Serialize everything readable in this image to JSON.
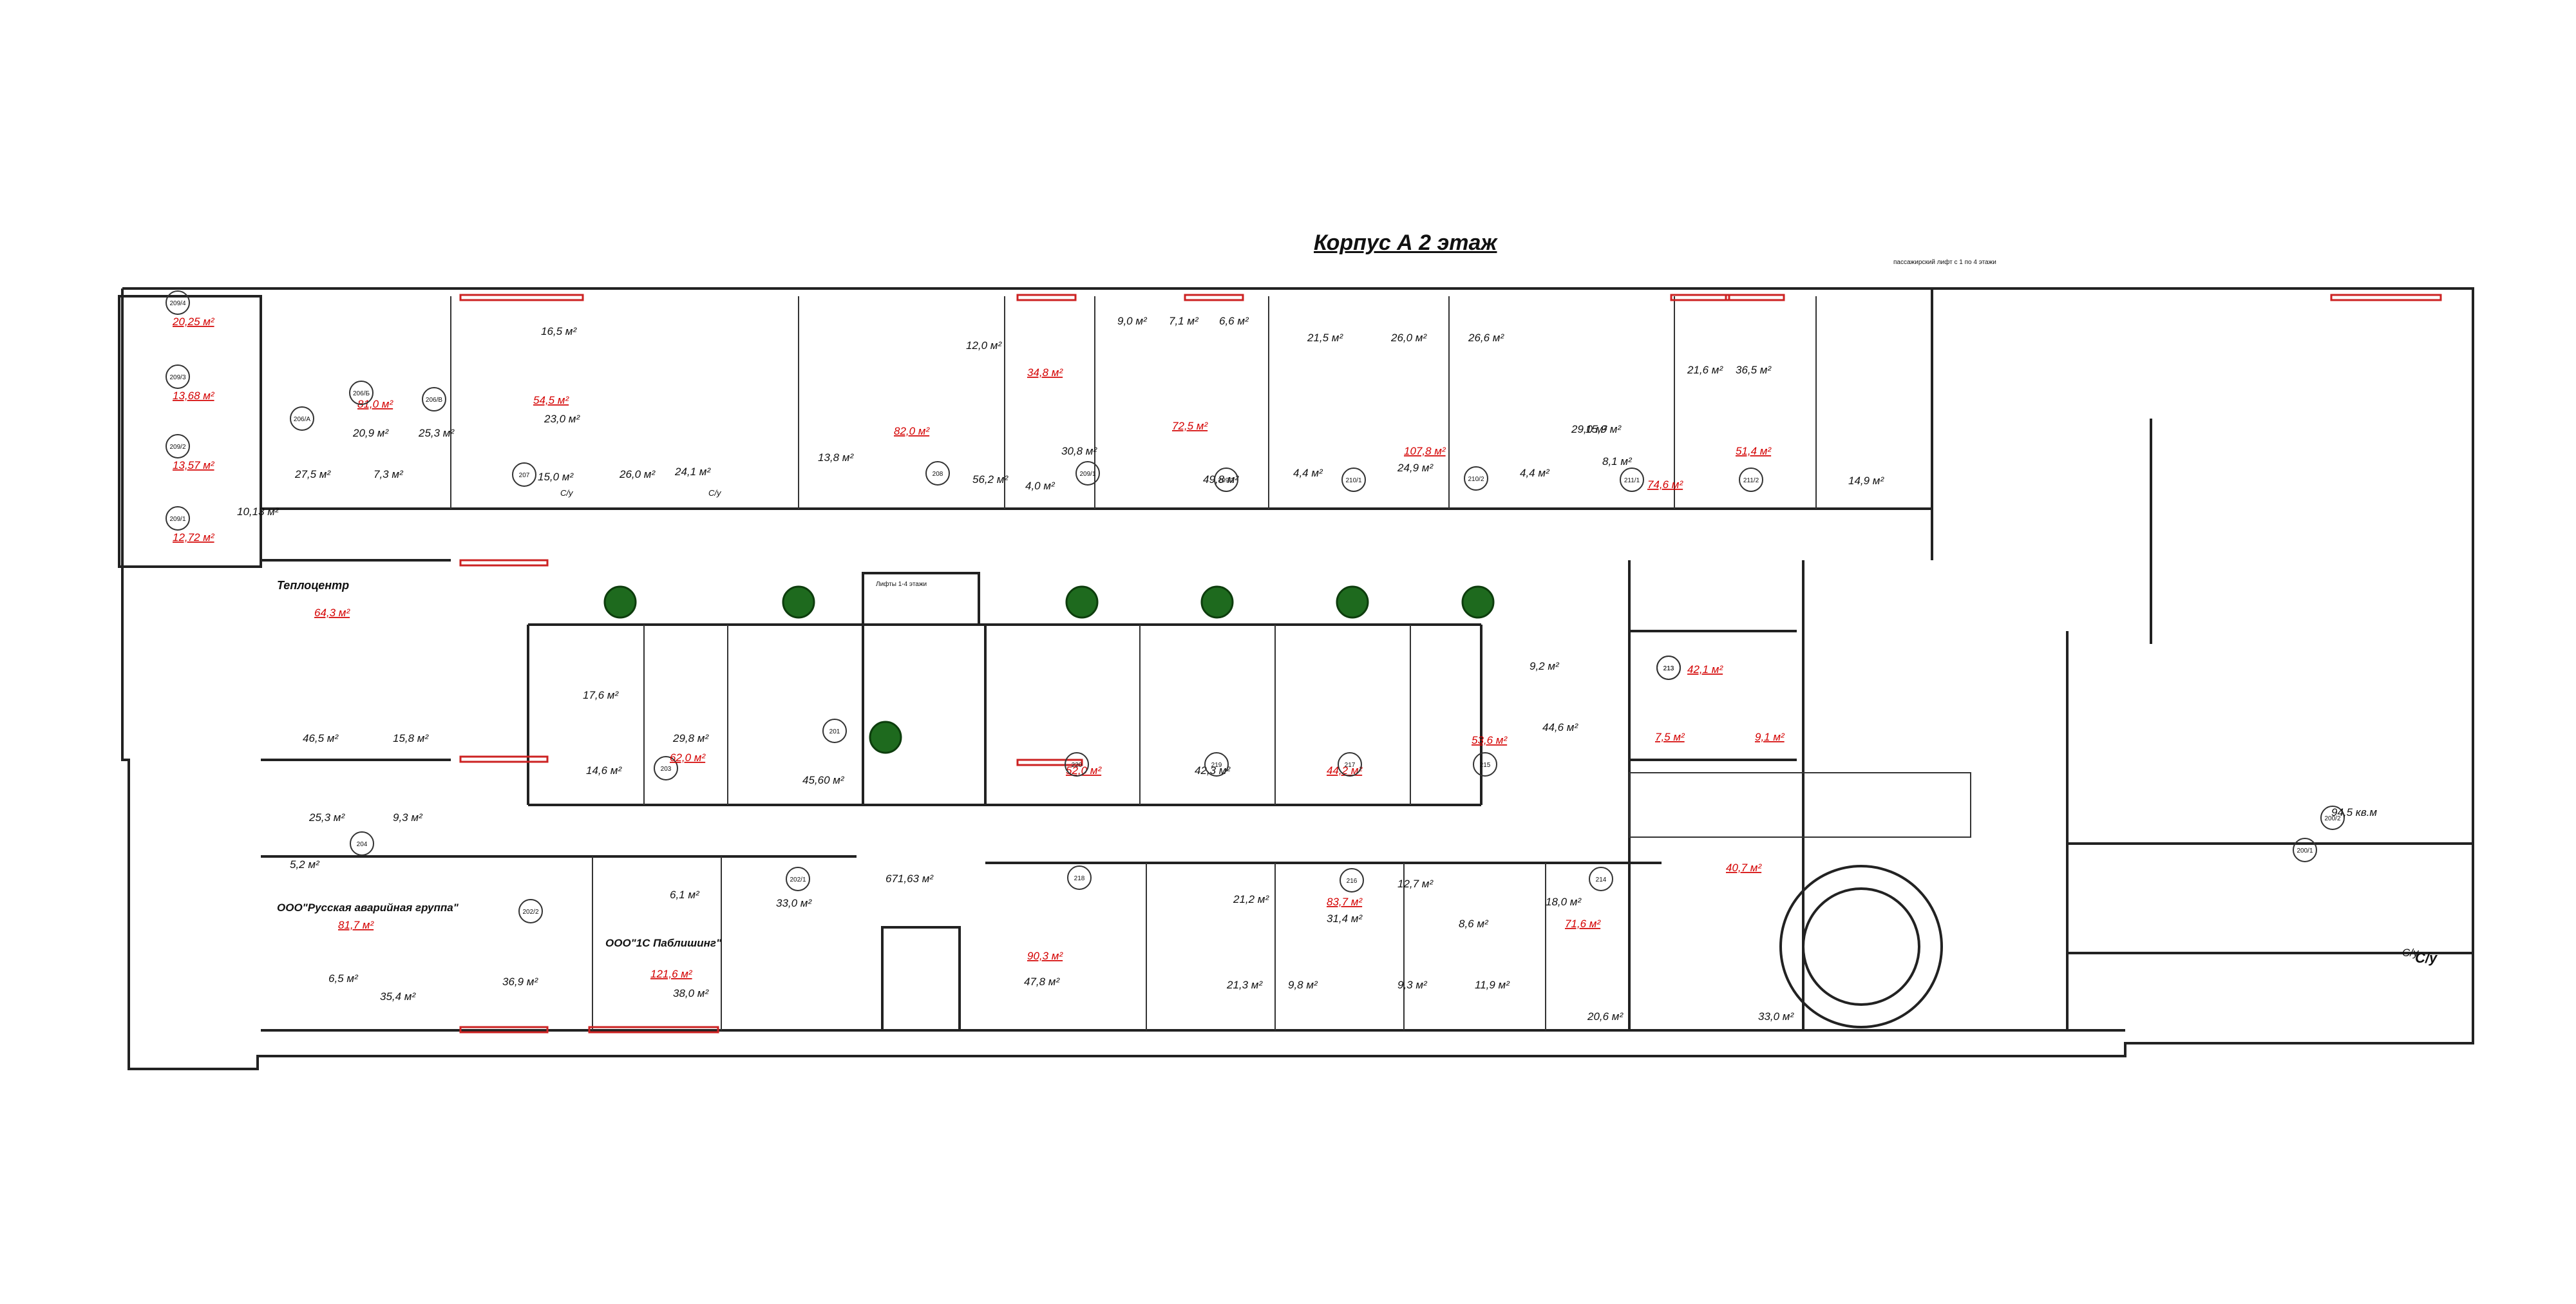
{
  "title": "Корпус А 2 этаж",
  "colors": {
    "wall": "#222222",
    "highlight": "#d40000",
    "tree": "#1e6a1e",
    "window": "#cc2222"
  },
  "rooms": [
    {
      "id": "209/4",
      "area": "20,25 м²",
      "highlight": true
    },
    {
      "id": "209/3",
      "area": "13,68 м²",
      "highlight": true
    },
    {
      "id": "209/2",
      "area": "13,57 м²",
      "highlight": true
    },
    {
      "id": "209/1",
      "area": "12,72 м²",
      "highlight": true
    },
    {
      "id": "",
      "area": "10,13 м²",
      "highlight": false
    },
    {
      "id": "206/А",
      "area": "27,5 м²",
      "highlight": false
    },
    {
      "id": "206/Б",
      "area": "81,0 м²",
      "highlight": true
    },
    {
      "id": "",
      "area": "20,9 м²",
      "highlight": false
    },
    {
      "id": "206/В",
      "area": "25,3 м²",
      "highlight": false
    },
    {
      "id": "",
      "area": "7,3 м²",
      "highlight": false
    },
    {
      "id": "",
      "area": "16,5 м²",
      "highlight": false
    },
    {
      "id": "",
      "area": "54,5 м²",
      "highlight": true
    },
    {
      "id": "",
      "area": "23,0 м²",
      "highlight": false
    },
    {
      "id": "207",
      "area": "15,0 м²",
      "highlight": false
    },
    {
      "id": "",
      "area": "26,0 м²",
      "highlight": false
    },
    {
      "id": "",
      "area": "24,1 м²",
      "highlight": false
    },
    {
      "id": "",
      "area": "13,8 м²",
      "highlight": false
    },
    {
      "id": "",
      "area": "12,0 м²",
      "highlight": false
    },
    {
      "id": "",
      "area": "82,0 м²",
      "highlight": true
    },
    {
      "id": "208",
      "area": "56,2 м²",
      "highlight": false
    },
    {
      "id": "",
      "area": "34,8 м²",
      "highlight": true
    },
    {
      "id": "",
      "area": "30,8 м²",
      "highlight": false
    },
    {
      "id": "209/1",
      "area": "4,0 м²",
      "highlight": false
    },
    {
      "id": "",
      "area": "9,0 м²",
      "highlight": false
    },
    {
      "id": "",
      "area": "7,1 м²",
      "highlight": false
    },
    {
      "id": "",
      "area": "6,6 м²",
      "highlight": false
    },
    {
      "id": "",
      "area": "72,5 м²",
      "highlight": true
    },
    {
      "id": "209/2",
      "area": "49,8 м²",
      "highlight": false
    },
    {
      "id": "",
      "area": "21,5 м²",
      "highlight": false
    },
    {
      "id": "",
      "area": "26,0 м²",
      "highlight": false
    },
    {
      "id": "",
      "area": "26,6 м²",
      "highlight": false
    },
    {
      "id": "",
      "area": "107,8 м²",
      "highlight": true
    },
    {
      "id": "210/1",
      "area": "4,4 м²",
      "highlight": false
    },
    {
      "id": "210/2",
      "area": "24,9 м²",
      "highlight": false
    },
    {
      "id": "",
      "area": "4,4 м²",
      "highlight": false
    },
    {
      "id": "",
      "area": "29,0 м²",
      "highlight": false
    },
    {
      "id": "",
      "area": "15,9 м²",
      "highlight": false
    },
    {
      "id": "211/1",
      "area": "8,1 м²",
      "highlight": false
    },
    {
      "id": "",
      "area": "74,6 м²",
      "highlight": true
    },
    {
      "id": "",
      "area": "21,6 м²",
      "highlight": false
    },
    {
      "id": "",
      "area": "36,5 м²",
      "highlight": false
    },
    {
      "id": "211/2",
      "area": "51,4 м²",
      "highlight": true
    },
    {
      "id": "",
      "area": "14,9 м²",
      "highlight": false
    },
    {
      "id": "",
      "area": "64,3 м²",
      "highlight": true
    },
    {
      "id": "",
      "area": "46,5 м²",
      "highlight": false
    },
    {
      "id": "",
      "area": "15,8 м²",
      "highlight": false
    },
    {
      "id": "",
      "area": "17,6 м²",
      "highlight": false
    },
    {
      "id": "",
      "area": "14,6 м²",
      "highlight": false
    },
    {
      "id": "203",
      "area": "29,8 м²",
      "highlight": false
    },
    {
      "id": "",
      "area": "62,0 м²",
      "highlight": true
    },
    {
      "id": "201",
      "area": "45,60 м²",
      "highlight": false
    },
    {
      "id": "220",
      "area": "52,0 м²",
      "highlight": true
    },
    {
      "id": "219",
      "area": "42,3 м²",
      "highlight": false
    },
    {
      "id": "217",
      "area": "44,2 м²",
      "highlight": true
    },
    {
      "id": "215",
      "area": "53,6 м²",
      "highlight": true
    },
    {
      "id": "",
      "area": "44,6 м²",
      "highlight": false
    },
    {
      "id": "",
      "area": "9,2 м²",
      "highlight": false
    },
    {
      "id": "213",
      "area": "42,1 м²",
      "highlight": true
    },
    {
      "id": "",
      "area": "7,5 м²",
      "highlight": true
    },
    {
      "id": "",
      "area": "9,1 м²",
      "highlight": true
    },
    {
      "id": "",
      "area": "25,3 м²",
      "highlight": false
    },
    {
      "id": "",
      "area": "9,3 м²",
      "highlight": false
    },
    {
      "id": "204",
      "area": "5,2 м²",
      "highlight": false
    },
    {
      "id": "",
      "area": "81,7 м²",
      "highlight": true
    },
    {
      "id": "",
      "area": "6,5 м²",
      "highlight": false
    },
    {
      "id": "",
      "area": "35,4 м²",
      "highlight": false
    },
    {
      "id": "202/2",
      "area": "36,9 м²",
      "highlight": false
    },
    {
      "id": "",
      "area": "6,1 м²",
      "highlight": false
    },
    {
      "id": "",
      "area": "121,6 м²",
      "highlight": true
    },
    {
      "id": "",
      "area": "38,0 м²",
      "highlight": false
    },
    {
      "id": "202/1",
      "area": "33,0 м²",
      "highlight": false
    },
    {
      "id": "",
      "area": "671,63 м²",
      "highlight": false
    },
    {
      "id": "218",
      "area": "90,3 м²",
      "highlight": true
    },
    {
      "id": "",
      "area": "47,8 м²",
      "highlight": false
    },
    {
      "id": "",
      "area": "21,2 м²",
      "highlight": false
    },
    {
      "id": "",
      "area": "21,3 м²",
      "highlight": false
    },
    {
      "id": "216",
      "area": "83,7 м²",
      "highlight": true
    },
    {
      "id": "",
      "area": "31,4 м²",
      "highlight": false
    },
    {
      "id": "",
      "area": "9,8 м²",
      "highlight": false
    },
    {
      "id": "",
      "area": "12,7 м²",
      "highlight": false
    },
    {
      "id": "",
      "area": "9,3 м²",
      "highlight": false
    },
    {
      "id": "",
      "area": "8,6 м²",
      "highlight": false
    },
    {
      "id": "",
      "area": "11,9 м²",
      "highlight": false
    },
    {
      "id": "214",
      "area": "18,0 м²",
      "highlight": false
    },
    {
      "id": "",
      "area": "71,6 м²",
      "highlight": true
    },
    {
      "id": "",
      "area": "20,6 м²",
      "highlight": false
    },
    {
      "id": "",
      "area": "33,0 м²",
      "highlight": false
    },
    {
      "id": "213",
      "area": "40,7 м²",
      "highlight": true
    },
    {
      "id": "200/2",
      "area": "",
      "highlight": false
    },
    {
      "id": "",
      "area": "94,5 кв.м",
      "highlight": false
    },
    {
      "id": "200/1",
      "area": "",
      "highlight": false
    },
    {
      "id": "",
      "area": "С/у",
      "highlight": false
    }
  ],
  "labels": {
    "heating": "Теплоцентр",
    "tenant1": "ООО\"Русская аварийная группа\"",
    "tenant2": "ООО\"1С Паблишинг\"",
    "elevator": "Лифты 1-4 этажи",
    "cargo_lift": "пассажирский лифт с 1 по 4 этажи",
    "wc1": "С/у",
    "wc2": "С/у",
    "wc3": "С/у"
  }
}
